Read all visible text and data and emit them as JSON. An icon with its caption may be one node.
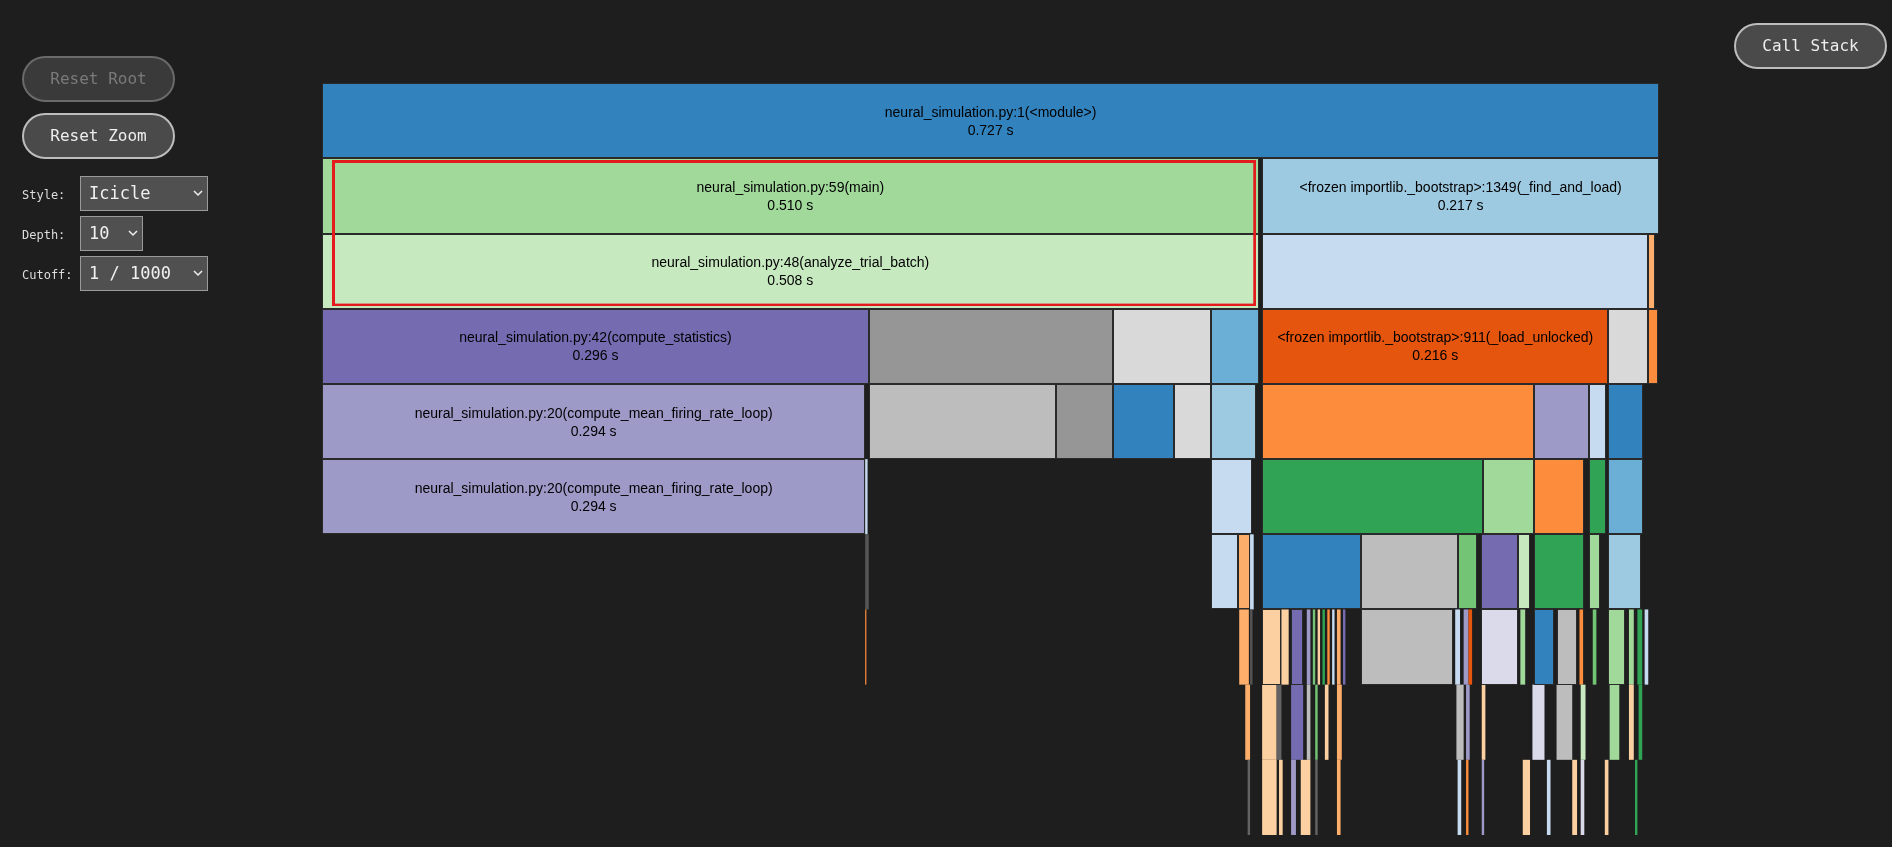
{
  "diagram": {
    "nodes": [
      {
        "text": [
          "neural_simulation.py:1(<module>)",
          "0.727 s"
        ]
      },
      {
        "text": [
          "neural_simulation.py:59(main)",
          "0.510 s"
        ]
      },
      {
        "text": [
          "<frozen importlib._bootstrap>:1349(_find_and_load)",
          "0.217 s"
        ]
      },
      {
        "text": [
          "neural_simulation.py:48(analyze_trial_batch)",
          "0.508 s"
        ]
      },
      {
        "text": [],
        "shape": "box"
      },
      {
        "text": [],
        "shape": "box"
      },
      {
        "text": [
          "neural_simulation.py:42(compute_statistics)",
          "0.296 s"
        ]
      },
      {
        "text": [],
        "shape": "box"
      },
      {
        "text": [],
        "shape": "box"
      },
      {
        "text": [],
        "shape": "box"
      },
      {
        "text": [
          "<frozen importlib._bootstrap>:911(_load_unlocked)",
          "0.216 s"
        ]
      },
      {
        "text": [],
        "shape": "box"
      },
      {
        "text": [],
        "shape": "box"
      },
      {
        "text": [
          "neural_simulation.py:20(compute_mean_firing_rate_loop)",
          "0.294 s"
        ]
      },
      {
        "text": [],
        "shape": "box"
      },
      {
        "text": [],
        "shape": "box"
      },
      {
        "text": [],
        "shape": "box"
      },
      {
        "text": [],
        "shape": "box"
      },
      {
        "text": [],
        "shape": "box"
      },
      {
        "text": [],
        "shape": "box"
      },
      {
        "text": [],
        "shape": "box"
      },
      {
        "text": [],
        "shape": "box"
      },
      {
        "text": [],
        "shape": "box"
      },
      {
        "text": [
          "neural_simulation.py:20(compute_mean_firing_rate_loop)",
          "0.294 s"
        ]
      },
      {
        "text": [],
        "shape": "box"
      },
      {
        "text": [],
        "shape": "box"
      },
      {
        "text": [],
        "shape": "box"
      },
      {
        "text": [],
        "shape": "box"
      },
      {
        "text": [],
        "shape": "box"
      },
      {
        "text": [],
        "shape": "box"
      },
      {
        "text": [],
        "shape": "box"
      },
      {
        "text": [],
        "shape": "box"
      },
      {
        "text": [],
        "shape": "box"
      },
      {
        "text": [],
        "shape": "box"
      },
      {
        "text": [],
        "shape": "box"
      },
      {
        "text": [],
        "shape": "box"
      },
      {
        "text": [],
        "shape": "box"
      },
      {
        "text": [],
        "shape": "box"
      },
      {
        "text": [],
        "shape": "box"
      },
      {
        "text": [],
        "shape": "box"
      },
      {
        "text": [],
        "shape": "box"
      },
      {
        "text": [],
        "shape": "box"
      },
      {
        "text": [],
        "shape": "box"
      },
      {
        "text": [],
        "shape": "box"
      },
      {
        "text": [],
        "shape": "box"
      },
      {
        "text": [],
        "shape": "box"
      },
      {
        "text": [],
        "shape": "box"
      }
    ],
    "edges": [],
    "labels": [
      "Reset Root",
      "Reset Zoom",
      "Style:",
      "Icicle",
      "Depth:",
      "10",
      "Cutoff:",
      "1 / 1000",
      "Call Stack"
    ]
  }
}
